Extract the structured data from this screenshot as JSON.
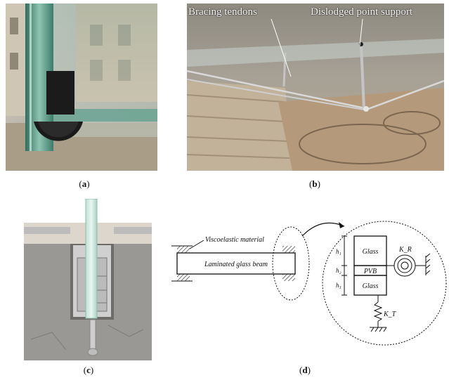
{
  "panels": {
    "a": {
      "caption_letter": "a"
    },
    "b": {
      "caption_letter": "b",
      "label_bracing": "Bracing tendons",
      "label_support": "Dislodged point support"
    },
    "c": {
      "caption_letter": "c"
    },
    "d": {
      "caption_letter": "d",
      "label_viscoelastic": "Viscoelastic material",
      "label_beam": "Laminated glass beam",
      "label_glass_top": "Glass",
      "label_pvb": "PVB",
      "label_glass_bottom": "Glass",
      "label_h1": "h₁",
      "label_h2": "h₂",
      "label_h3": "h₃",
      "label_kr": "K_R",
      "label_kt": "K_T"
    }
  },
  "colors": {
    "glass_edge": "#1f5a4a",
    "glass_tint": "#7fb2a0",
    "concrete": "#9a9894",
    "stone": "#c9bba5"
  }
}
